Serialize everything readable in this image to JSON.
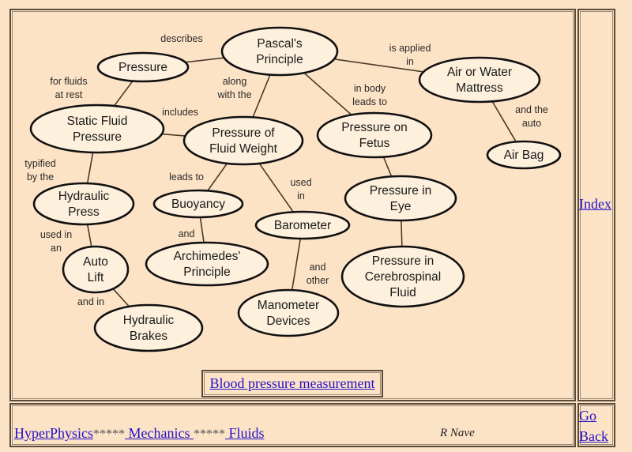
{
  "concept_map": {
    "nodes": [
      {
        "id": "pascal",
        "lines": [
          "Pascal's",
          "Principle"
        ]
      },
      {
        "id": "pressure",
        "lines": [
          "Pressure"
        ]
      },
      {
        "id": "static",
        "lines": [
          "Static Fluid",
          "Pressure"
        ]
      },
      {
        "id": "weight",
        "lines": [
          "Pressure of",
          "Fluid Weight"
        ]
      },
      {
        "id": "mattress",
        "lines": [
          "Air or Water",
          "Mattress"
        ]
      },
      {
        "id": "airbag",
        "lines": [
          "Air Bag"
        ]
      },
      {
        "id": "fetus",
        "lines": [
          "Pressure on",
          "Fetus"
        ]
      },
      {
        "id": "eye",
        "lines": [
          "Pressure in",
          "Eye"
        ]
      },
      {
        "id": "csf",
        "lines": [
          "Pressure in",
          "Cerebrospinal",
          "Fluid"
        ]
      },
      {
        "id": "hpress",
        "lines": [
          "Hydraulic",
          "Press"
        ]
      },
      {
        "id": "autolift",
        "lines": [
          "Auto",
          "Lift"
        ]
      },
      {
        "id": "brakes",
        "lines": [
          "Hydraulic",
          "Brakes"
        ]
      },
      {
        "id": "buoyancy",
        "lines": [
          "Buoyancy"
        ]
      },
      {
        "id": "archimedes",
        "lines": [
          "Archimedes'",
          "Principle"
        ]
      },
      {
        "id": "barometer",
        "lines": [
          "Barometer"
        ]
      },
      {
        "id": "manometer",
        "lines": [
          "Manometer",
          "Devices"
        ]
      }
    ],
    "edges": [
      {
        "from": "pressure",
        "to": "pascal",
        "label": [
          "describes"
        ]
      },
      {
        "from": "pascal",
        "to": "mattress",
        "label": [
          "is applied",
          "in"
        ]
      },
      {
        "from": "pressure",
        "to": "static",
        "label": [
          "for fluids",
          "at rest"
        ]
      },
      {
        "from": "pascal",
        "to": "weight",
        "label": [
          "along",
          "with the"
        ]
      },
      {
        "from": "pascal",
        "to": "fetus",
        "label": [
          "in body",
          "leads to"
        ]
      },
      {
        "from": "static",
        "to": "weight",
        "label": [
          "includes"
        ]
      },
      {
        "from": "mattress",
        "to": "airbag",
        "label": [
          "and the",
          "auto"
        ]
      },
      {
        "from": "static",
        "to": "hpress",
        "label": [
          "typified",
          "by the"
        ]
      },
      {
        "from": "weight",
        "to": "buoyancy",
        "label": [
          "leads to"
        ]
      },
      {
        "from": "weight",
        "to": "barometer",
        "label": [
          "used",
          "in"
        ]
      },
      {
        "from": "fetus",
        "to": "eye",
        "label": []
      },
      {
        "from": "eye",
        "to": "csf",
        "label": []
      },
      {
        "from": "hpress",
        "to": "autolift",
        "label": [
          "used in",
          "an"
        ]
      },
      {
        "from": "autolift",
        "to": "brakes",
        "label": [
          "and in"
        ]
      },
      {
        "from": "buoyancy",
        "to": "archimedes",
        "label": [
          "and"
        ]
      },
      {
        "from": "barometer",
        "to": "manometer",
        "label": [
          "and",
          "other"
        ]
      }
    ]
  },
  "links": {
    "blood_pressure": "Blood pressure measurement",
    "index": "Index",
    "hyperphysics": "HyperPhysics",
    "separator1": "*****",
    "mechanics": " Mechanics ",
    "separator2": "*****",
    "fluids": " Fluids",
    "go": "Go",
    "back": "Back"
  },
  "author": "R Nave"
}
